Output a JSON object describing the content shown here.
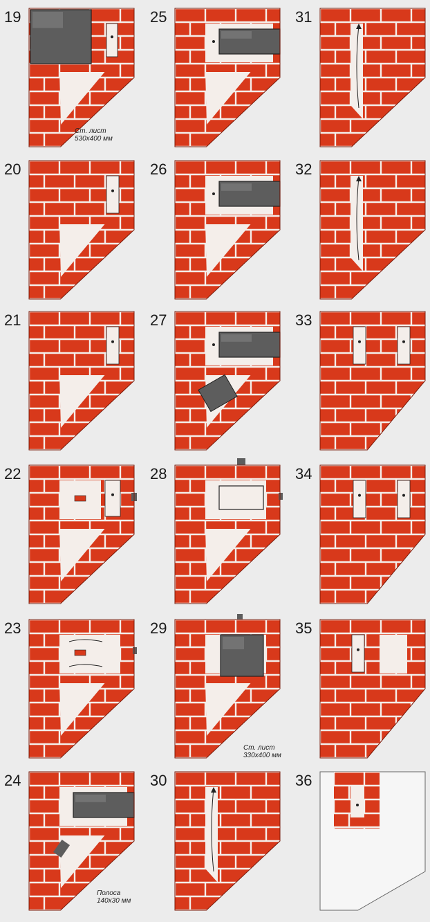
{
  "colors": {
    "brick": "#d8391b",
    "mortar": "#f4eeea",
    "background": "#ececec",
    "steel": "#5d5d5d",
    "line": "#1a1a1a"
  },
  "diagram": {
    "panels": [
      {
        "number": "19",
        "feature": "steel-sheet-top-left"
      },
      {
        "number": "20",
        "feature": "chimney-slot"
      },
      {
        "number": "21",
        "feature": "chimney-slot"
      },
      {
        "number": "22",
        "feature": "firebox-with-slot"
      },
      {
        "number": "23",
        "feature": "firebox-with-arrows"
      },
      {
        "number": "24",
        "feature": "steel-plate-and-strip"
      },
      {
        "number": "25",
        "feature": "steel-plate"
      },
      {
        "number": "26",
        "feature": "steel-plate"
      },
      {
        "number": "27",
        "feature": "steel-plate-and-door"
      },
      {
        "number": "28",
        "feature": "oven-chamber"
      },
      {
        "number": "29",
        "feature": "steel-sheet"
      },
      {
        "number": "30",
        "feature": "flue-arrow"
      },
      {
        "number": "31",
        "feature": "flue-arrow"
      },
      {
        "number": "32",
        "feature": "flue-arrow"
      },
      {
        "number": "33",
        "feature": "chimney-slot"
      },
      {
        "number": "34",
        "feature": "chimney-slot"
      },
      {
        "number": "35",
        "feature": "two-openings"
      },
      {
        "number": "36",
        "feature": "chimney-outline"
      }
    ],
    "annotations": [
      {
        "panel": "19",
        "line1": "Ст. лист",
        "line2": "530x400 мм"
      },
      {
        "panel": "29",
        "line1": "Ст. лист",
        "line2": "330x400 мм"
      },
      {
        "panel": "24",
        "line1": "Полоса",
        "line2": "140x30 мм"
      }
    ]
  }
}
